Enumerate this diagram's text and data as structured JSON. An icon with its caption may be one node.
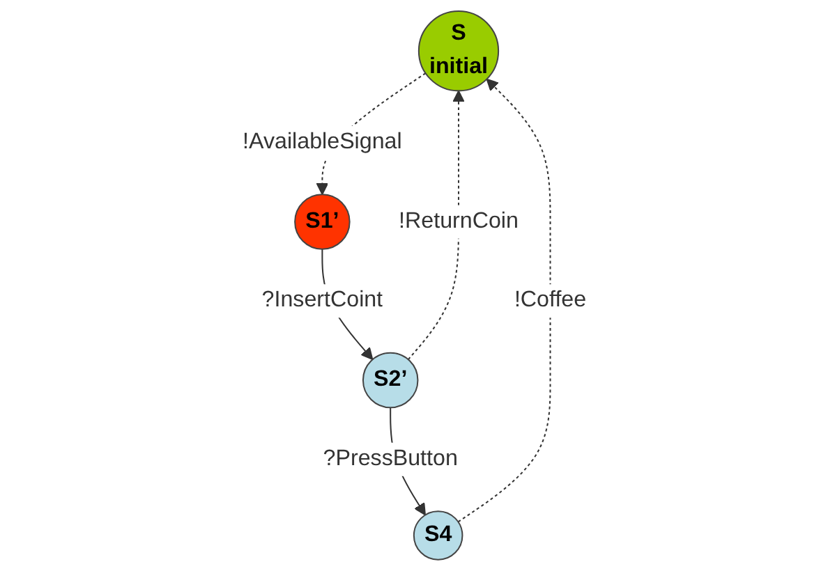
{
  "diagram": {
    "nodes": [
      {
        "text": [
          "S",
          "initial"
        ]
      },
      {
        "text": [
          "S1’"
        ]
      },
      {
        "text": [
          "S2’"
        ]
      },
      {
        "text": [
          "S4"
        ]
      }
    ],
    "edges": [
      {
        "from": 0,
        "to": 1,
        "arrow": "to",
        "label": "!AvailableSignal",
        "style": "dashed"
      },
      {
        "from": 1,
        "to": 2,
        "arrow": "to",
        "label": "?InsertCoint"
      },
      {
        "from": 2,
        "to": 0,
        "arrow": "to",
        "label": "!ReturnCoin",
        "style": "dashed"
      },
      {
        "from": 2,
        "to": 3,
        "arrow": "to",
        "label": "?PressButton"
      },
      {
        "from": 3,
        "to": 0,
        "arrow": "to",
        "label": "!Coffee",
        "style": "dashed"
      }
    ]
  }
}
